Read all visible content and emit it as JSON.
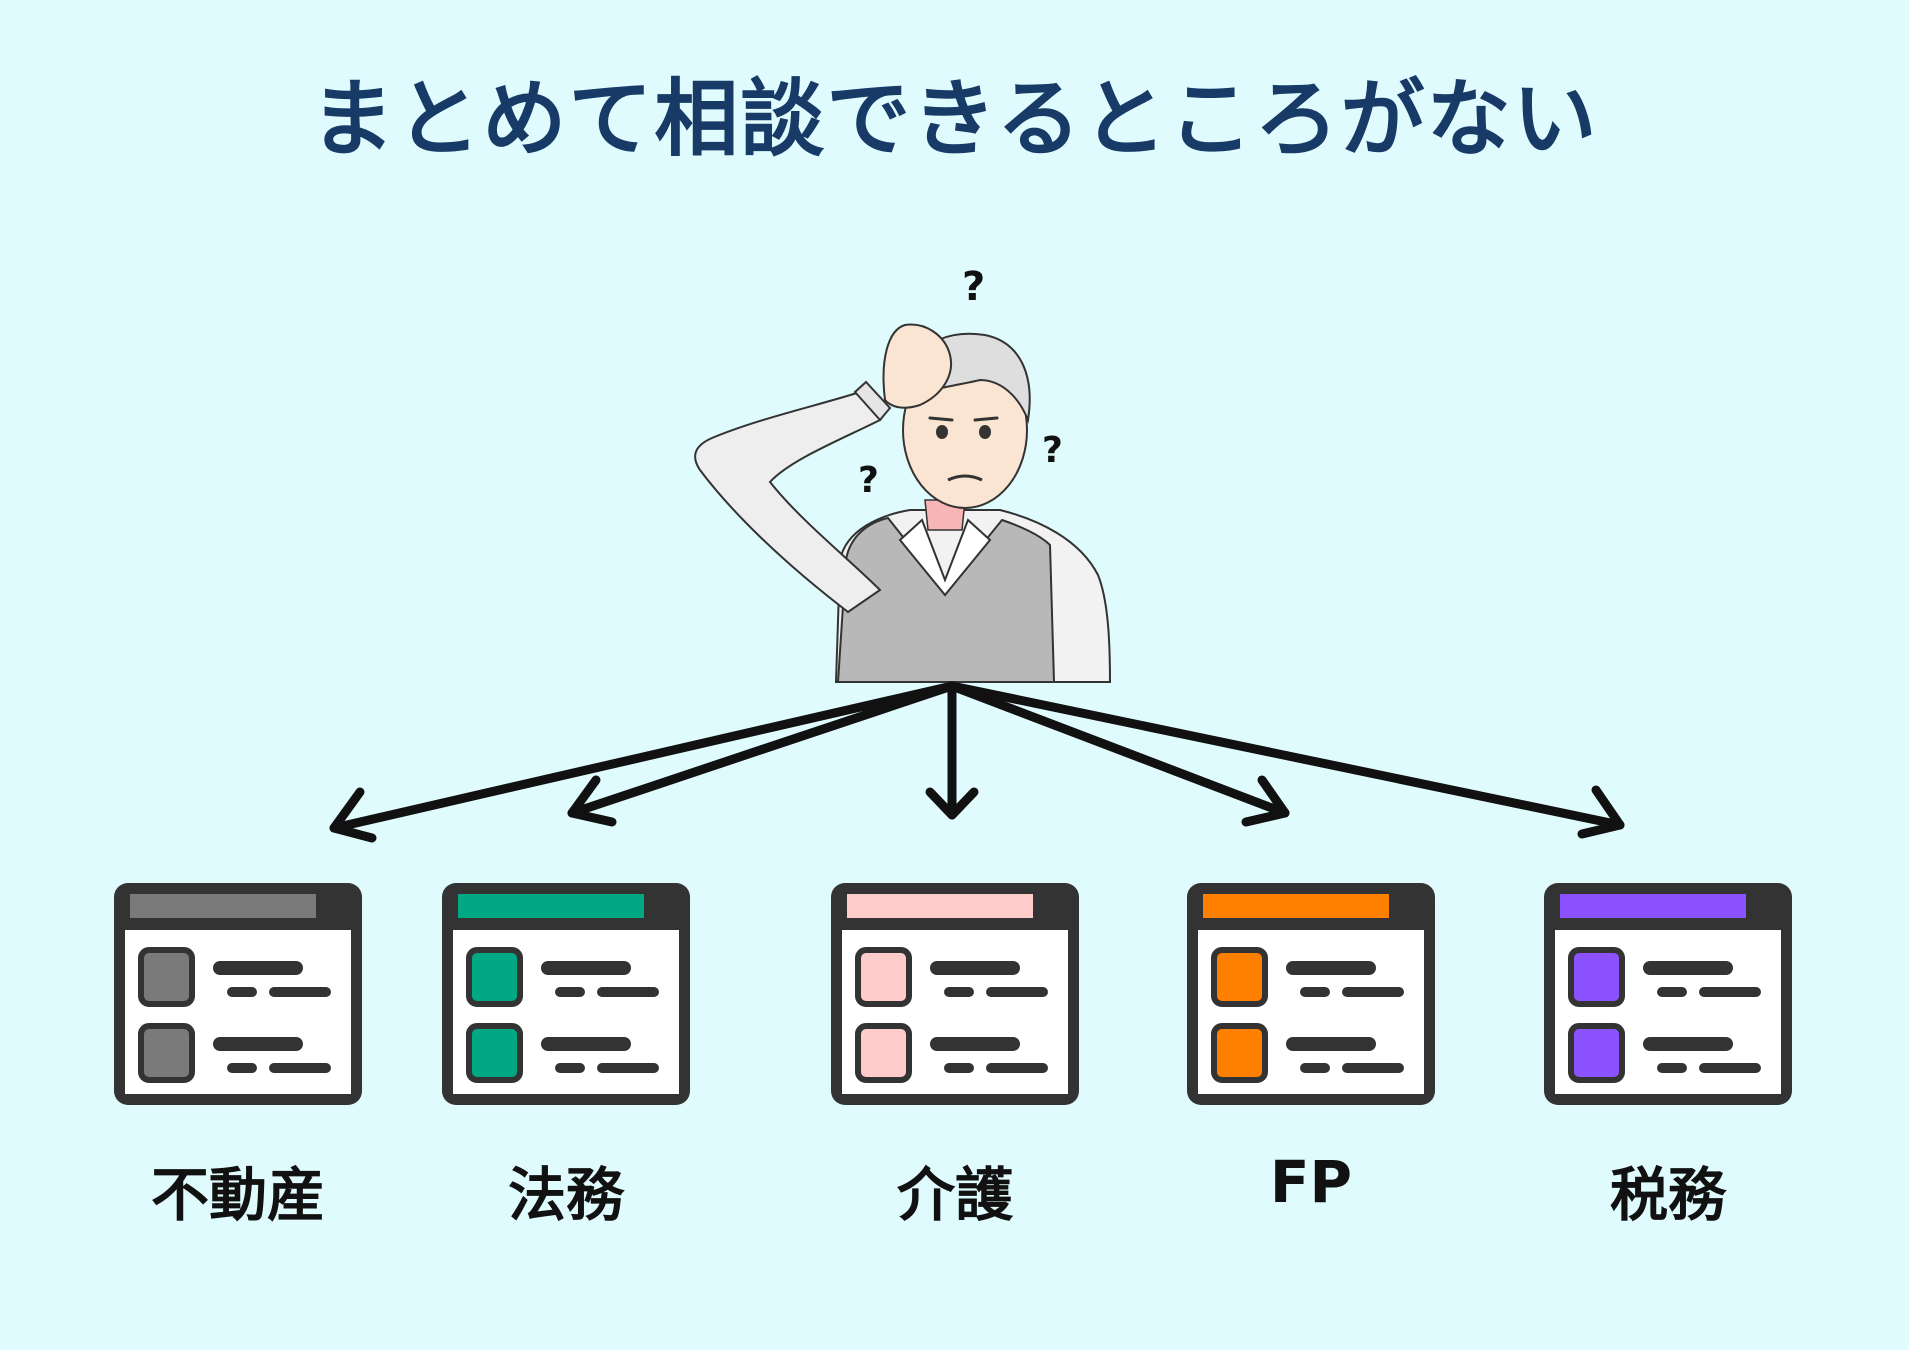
{
  "title": "まとめて相談できるところがない",
  "question_mark": "?",
  "categories": [
    {
      "label": "不動産",
      "color": "#7a7a7a"
    },
    {
      "label": "法務",
      "color": "#00a884"
    },
    {
      "label": "介護",
      "color": "#ffcccc"
    },
    {
      "label": "FP",
      "color": "#ff7f00"
    },
    {
      "label": "税務",
      "color": "#8c52ff"
    }
  ]
}
